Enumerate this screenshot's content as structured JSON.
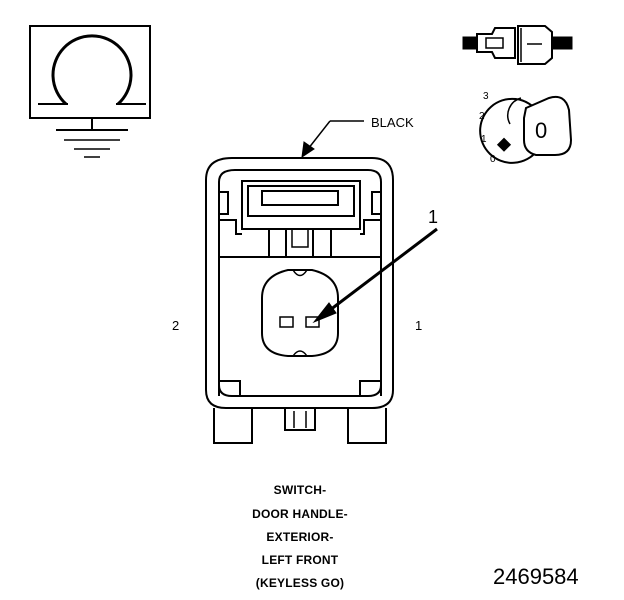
{
  "connector": {
    "color_label": "BLACK",
    "callout_number": "1",
    "pin_left": "2",
    "pin_right": "1"
  },
  "position_indicator": {
    "positions": [
      "3",
      "2",
      "1",
      "0"
    ],
    "key_symbol": "0"
  },
  "caption_lines": [
    "SWITCH-",
    "DOOR HANDLE-",
    "EXTERIOR-",
    "LEFT FRONT",
    "(KEYLESS GO)"
  ],
  "figure_number": "2469584",
  "colors": {
    "line": "#000000",
    "background": "#ffffff"
  },
  "icons": [
    "ground-symbol-icon",
    "connector-plug-icon",
    "key-position-icon",
    "callout-arrow-icon"
  ]
}
